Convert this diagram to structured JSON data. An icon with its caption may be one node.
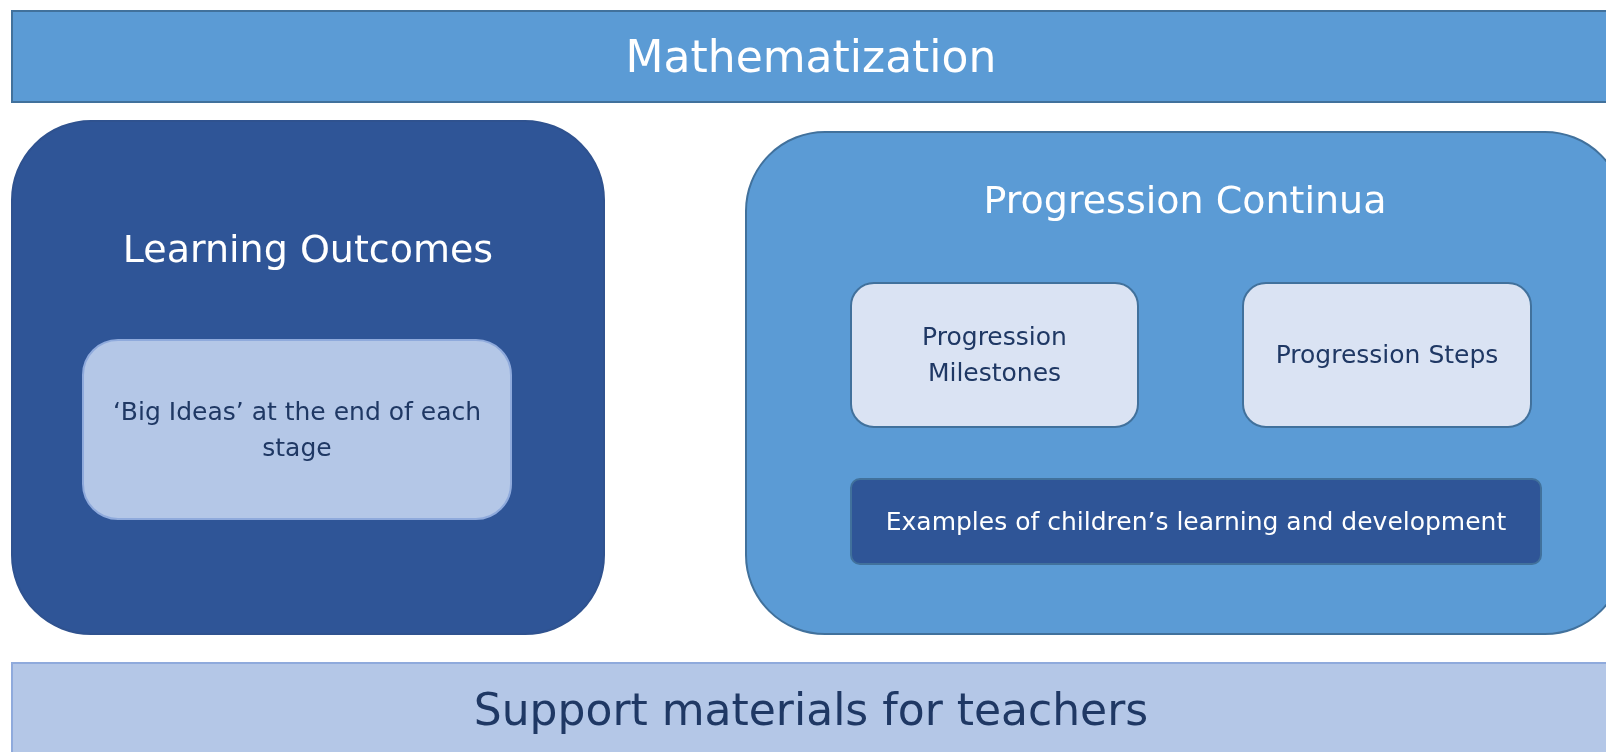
{
  "diagram": {
    "nodes": [
      {
        "text": [
          "Mathematization"
        ]
      },
      {
        "text": [
          "Learning Outcomes"
        ]
      },
      {
        "text": [
          "‘Big Ideas’ at the end of each stage"
        ],
        "in": 1
      },
      {
        "text": [
          "Progression Continua"
        ]
      },
      {
        "text": [
          "Progression Milestones"
        ],
        "in": 3
      },
      {
        "text": [
          "Progression Steps"
        ],
        "in": 3
      },
      {
        "text": [
          "Examples of children’s learning and development"
        ],
        "in": 3
      },
      {
        "text": [
          "Support materials for teachers"
        ]
      }
    ]
  }
}
